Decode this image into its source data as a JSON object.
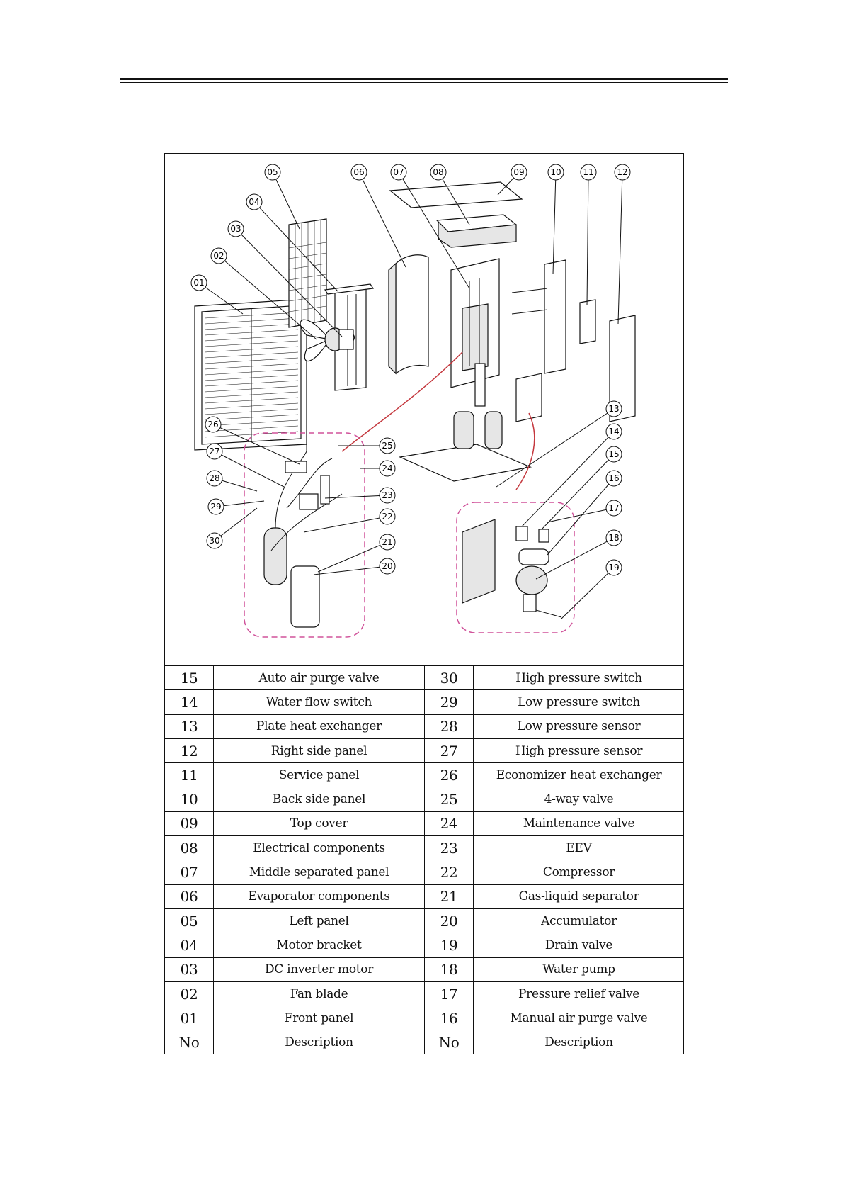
{
  "callouts": [
    "01",
    "02",
    "03",
    "04",
    "05",
    "06",
    "07",
    "08",
    "09",
    "10",
    "11",
    "12",
    "13",
    "14",
    "15",
    "16",
    "17",
    "18",
    "19",
    "20",
    "21",
    "22",
    "23",
    "24",
    "25",
    "26",
    "27",
    "28",
    "29",
    "30"
  ],
  "table": {
    "rows": [
      {
        "no1": "15",
        "desc1": "Auto air purge valve",
        "no2": "30",
        "desc2": "High pressure switch"
      },
      {
        "no1": "14",
        "desc1": "Water flow switch",
        "no2": "29",
        "desc2": "Low pressure switch"
      },
      {
        "no1": "13",
        "desc1": "Plate heat exchanger",
        "no2": "28",
        "desc2": "Low pressure sensor"
      },
      {
        "no1": "12",
        "desc1": "Right side panel",
        "no2": "27",
        "desc2": "High pressure sensor"
      },
      {
        "no1": "11",
        "desc1": "Service panel",
        "no2": "26",
        "desc2": "Economizer heat exchanger"
      },
      {
        "no1": "10",
        "desc1": "Back side panel",
        "no2": "25",
        "desc2": "4-way valve"
      },
      {
        "no1": "09",
        "desc1": "Top cover",
        "no2": "24",
        "desc2": "Maintenance valve"
      },
      {
        "no1": "08",
        "desc1": "Electrical components",
        "no2": "23",
        "desc2": "EEV"
      },
      {
        "no1": "07",
        "desc1": "Middle separated panel",
        "no2": "22",
        "desc2": "Compressor"
      },
      {
        "no1": "06",
        "desc1": "Evaporator components",
        "no2": "21",
        "desc2": "Gas-liquid separator"
      },
      {
        "no1": "05",
        "desc1": "Left panel",
        "no2": "20",
        "desc2": "Accumulator"
      },
      {
        "no1": "04",
        "desc1": "Motor bracket",
        "no2": "19",
        "desc2": "Drain valve"
      },
      {
        "no1": "03",
        "desc1": "DC inverter motor",
        "no2": "18",
        "desc2": "Water pump"
      },
      {
        "no1": "02",
        "desc1": "Fan blade",
        "no2": "17",
        "desc2": "Pressure relief valve"
      },
      {
        "no1": "01",
        "desc1": "Front panel",
        "no2": "16",
        "desc2": "Manual air purge valve"
      },
      {
        "no1": "No",
        "desc1": "Description",
        "no2": "No",
        "desc2": "Description"
      }
    ]
  }
}
